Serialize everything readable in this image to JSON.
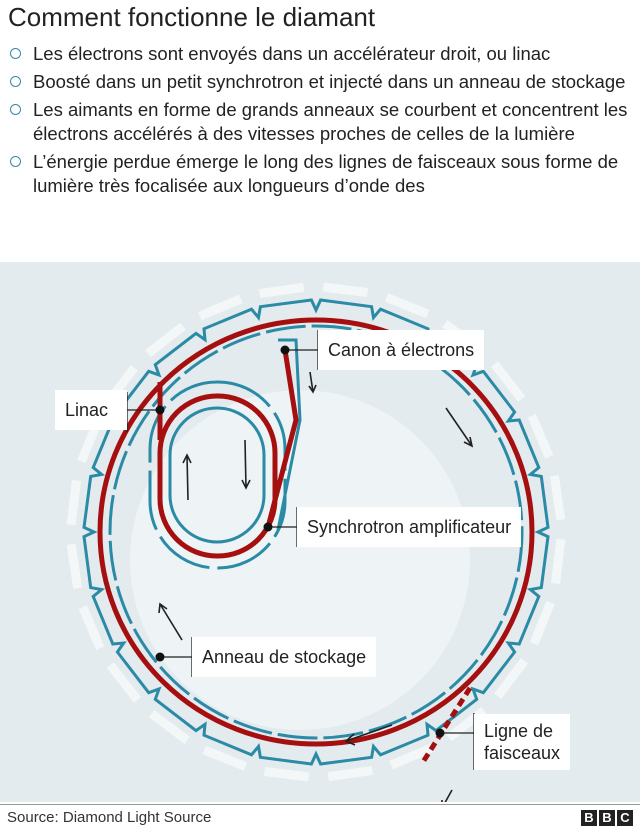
{
  "title": "Comment fonctionne le diamant",
  "bullets": [
    "Les électrons sont envoyés dans un accélérateur droit, ou linac",
    "Boosté dans un petit synchrotron et injecté dans un anneau de stockage",
    "Les aimants en forme de grands anneaux se courbent et concentrent les électrons accélérés à des vitesses proches de celles de la lumière",
    "L’énergie perdue émerge le long des lignes de faisceaux sous forme de lumière très focalisée aux longueurs d’onde des"
  ],
  "labels": {
    "electron_gun": "Canon à électrons",
    "linac": "Linac",
    "booster": "Synchrotron amplificateur",
    "storage_ring": "Anneau de stockage",
    "beamline_1": "Ligne de",
    "beamline_2": "faisceaux"
  },
  "colors": {
    "beam": "#a50f0f",
    "magnets": "#2b8aa6",
    "background": "#e4ebee"
  },
  "footer": {
    "source": "Source: Diamond Light Source",
    "logo": [
      "B",
      "B",
      "C"
    ]
  }
}
